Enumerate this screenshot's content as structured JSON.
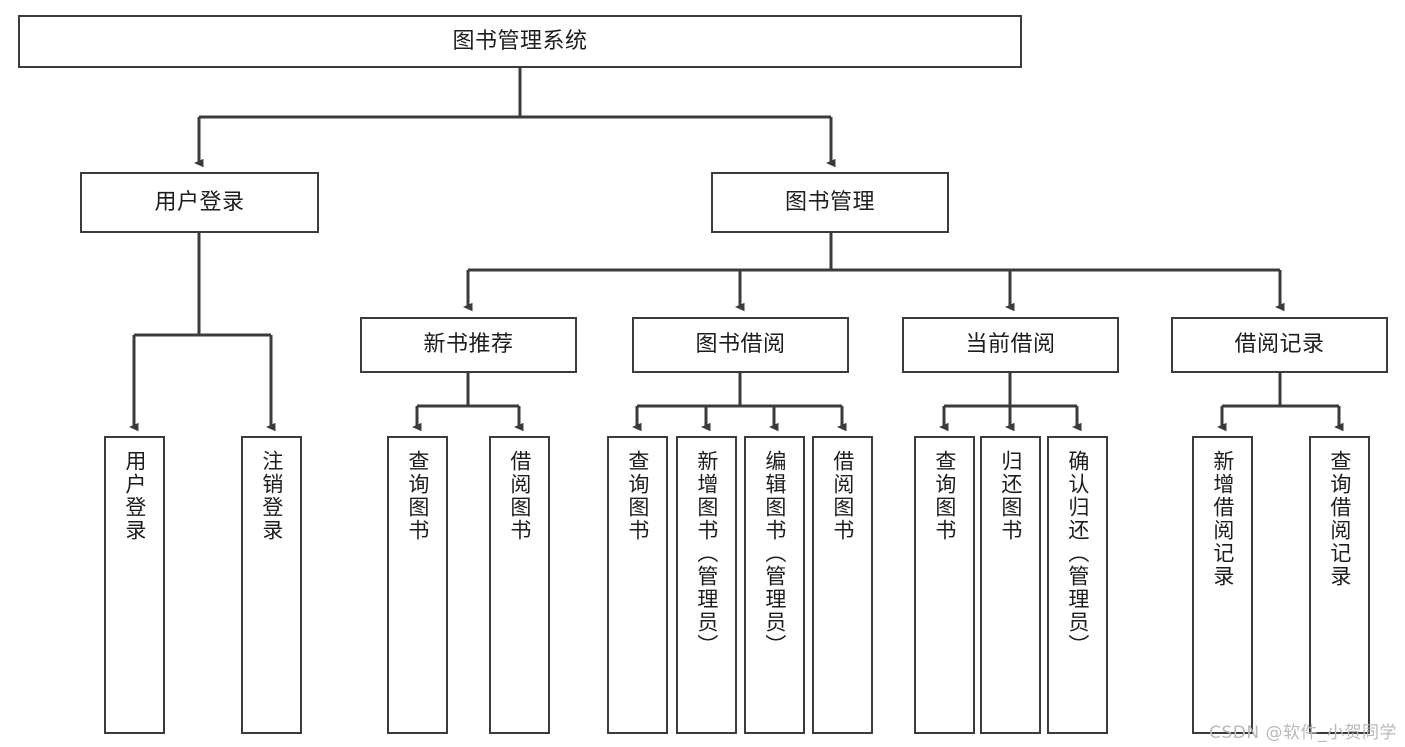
{
  "diagram": {
    "title": "图书管理系统",
    "type": "tree-hierarchy",
    "line_color": "#3b3b3b",
    "box_fill": "#ffffff",
    "text_color": "#1d1d1d",
    "root": {
      "label": "图书管理系统"
    },
    "level2": [
      {
        "label": "用户登录"
      },
      {
        "label": "图书管理"
      }
    ],
    "level3": [
      {
        "label": "新书推荐"
      },
      {
        "label": "图书借阅"
      },
      {
        "label": "当前借阅"
      },
      {
        "label": "借阅记录"
      }
    ],
    "leaves": {
      "user_login": [
        {
          "label": "用户登录"
        },
        {
          "label": "注销登录"
        }
      ],
      "new_book_recommend": [
        {
          "label": "查询图书"
        },
        {
          "label": "借阅图书"
        }
      ],
      "book_borrow": [
        {
          "label": "查询图书"
        },
        {
          "label": "新增图书（管理员）"
        },
        {
          "label": "编辑图书（管理员）"
        },
        {
          "label": "借阅图书"
        }
      ],
      "current_borrow": [
        {
          "label": "查询图书"
        },
        {
          "label": "归还图书"
        },
        {
          "label": "确认归还（管理员）"
        }
      ],
      "borrow_record": [
        {
          "label": "新增借阅记录"
        },
        {
          "label": "查询借阅记录"
        }
      ]
    }
  },
  "watermark": {
    "text": "CSDN @软件_小贺同学"
  }
}
